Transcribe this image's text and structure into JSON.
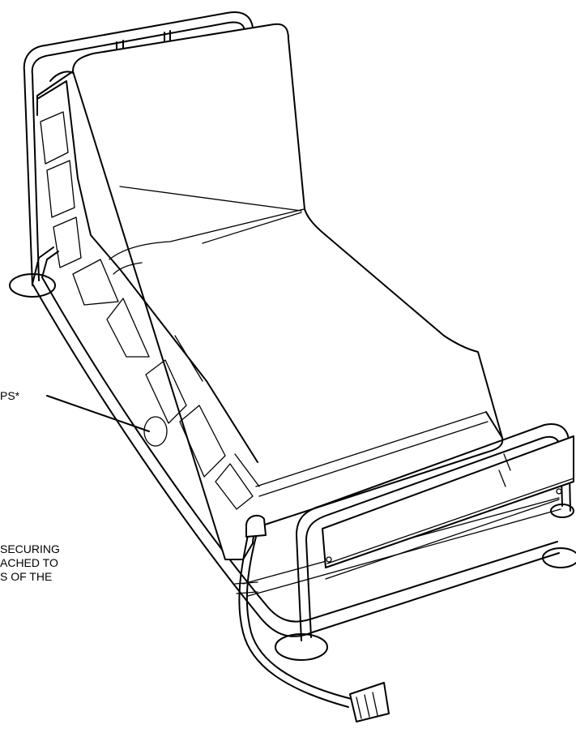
{
  "labels": {
    "straps": "PS*",
    "note_lines": [
      "SECURING",
      "ACHED TO",
      "S OF THE"
    ]
  },
  "colors": {
    "line": "#000000",
    "background": "#ffffff"
  }
}
